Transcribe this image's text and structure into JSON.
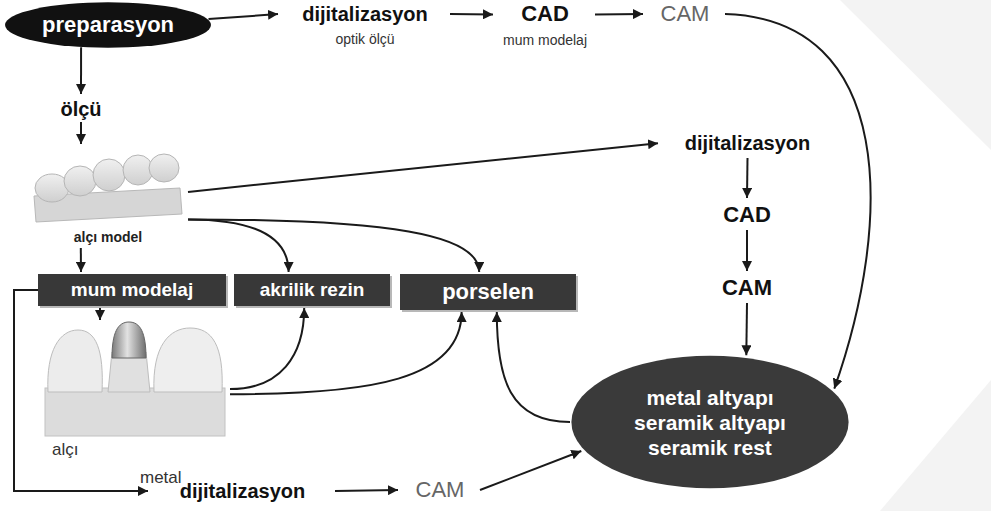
{
  "diagram": {
    "nodes": [
      {
        "text": [
          "preparasyon"
        ]
      },
      {
        "text": [
          "dijitalizasyon",
          "optik ölçü"
        ]
      },
      {
        "text": [
          "CAD",
          "mum modelaj"
        ]
      },
      {
        "text": [
          "CAM"
        ]
      },
      {
        "text": [
          "ölçü"
        ]
      },
      {
        "text": [
          "alçı model"
        ]
      },
      {
        "text": [
          "mum modelaj"
        ]
      },
      {
        "text": [
          "akrilik rezin"
        ]
      },
      {
        "text": [
          "porselen"
        ]
      },
      {
        "text": [
          "alçı",
          "metal"
        ]
      },
      {
        "text": [
          "dijitalizasyon"
        ]
      },
      {
        "text": [
          "CAD"
        ]
      },
      {
        "text": [
          "CAM"
        ]
      },
      {
        "text": [
          "metal altyapı",
          "seramik altyapı",
          "seramik rest"
        ]
      },
      {
        "text": [
          "dijitalizasyon"
        ]
      },
      {
        "text": [
          "CAM"
        ]
      }
    ],
    "edges": [
      {
        "from": 0,
        "to": 1,
        "arrow": "to"
      },
      {
        "from": 1,
        "to": 2,
        "arrow": "to"
      },
      {
        "from": 2,
        "to": 3,
        "arrow": "to"
      },
      {
        "from": 3,
        "to": 13,
        "arrow": "to"
      },
      {
        "from": 0,
        "to": 4,
        "arrow": "to"
      },
      {
        "from": 4,
        "to": 5,
        "arrow": "to"
      },
      {
        "from": 5,
        "to": 10,
        "arrow": "to"
      },
      {
        "from": 5,
        "to": 7,
        "arrow": "to"
      },
      {
        "from": 5,
        "to": 8,
        "arrow": "to"
      },
      {
        "from": 5,
        "to": 6,
        "arrow": "to"
      },
      {
        "from": 6,
        "to": 9,
        "arrow": "to"
      },
      {
        "from": 9,
        "to": 7,
        "arrow": "to"
      },
      {
        "from": 9,
        "to": 8,
        "arrow": "to"
      },
      {
        "from": 13,
        "to": 8,
        "arrow": "to"
      },
      {
        "from": 10,
        "to": 11,
        "arrow": "to"
      },
      {
        "from": 11,
        "to": 12,
        "arrow": "to"
      },
      {
        "from": 12,
        "to": 13,
        "arrow": "to"
      },
      {
        "from": 6,
        "to": 14,
        "arrow": "to"
      },
      {
        "from": 14,
        "to": 15,
        "arrow": "to"
      },
      {
        "from": 15,
        "to": 13,
        "arrow": "to"
      }
    ]
  }
}
